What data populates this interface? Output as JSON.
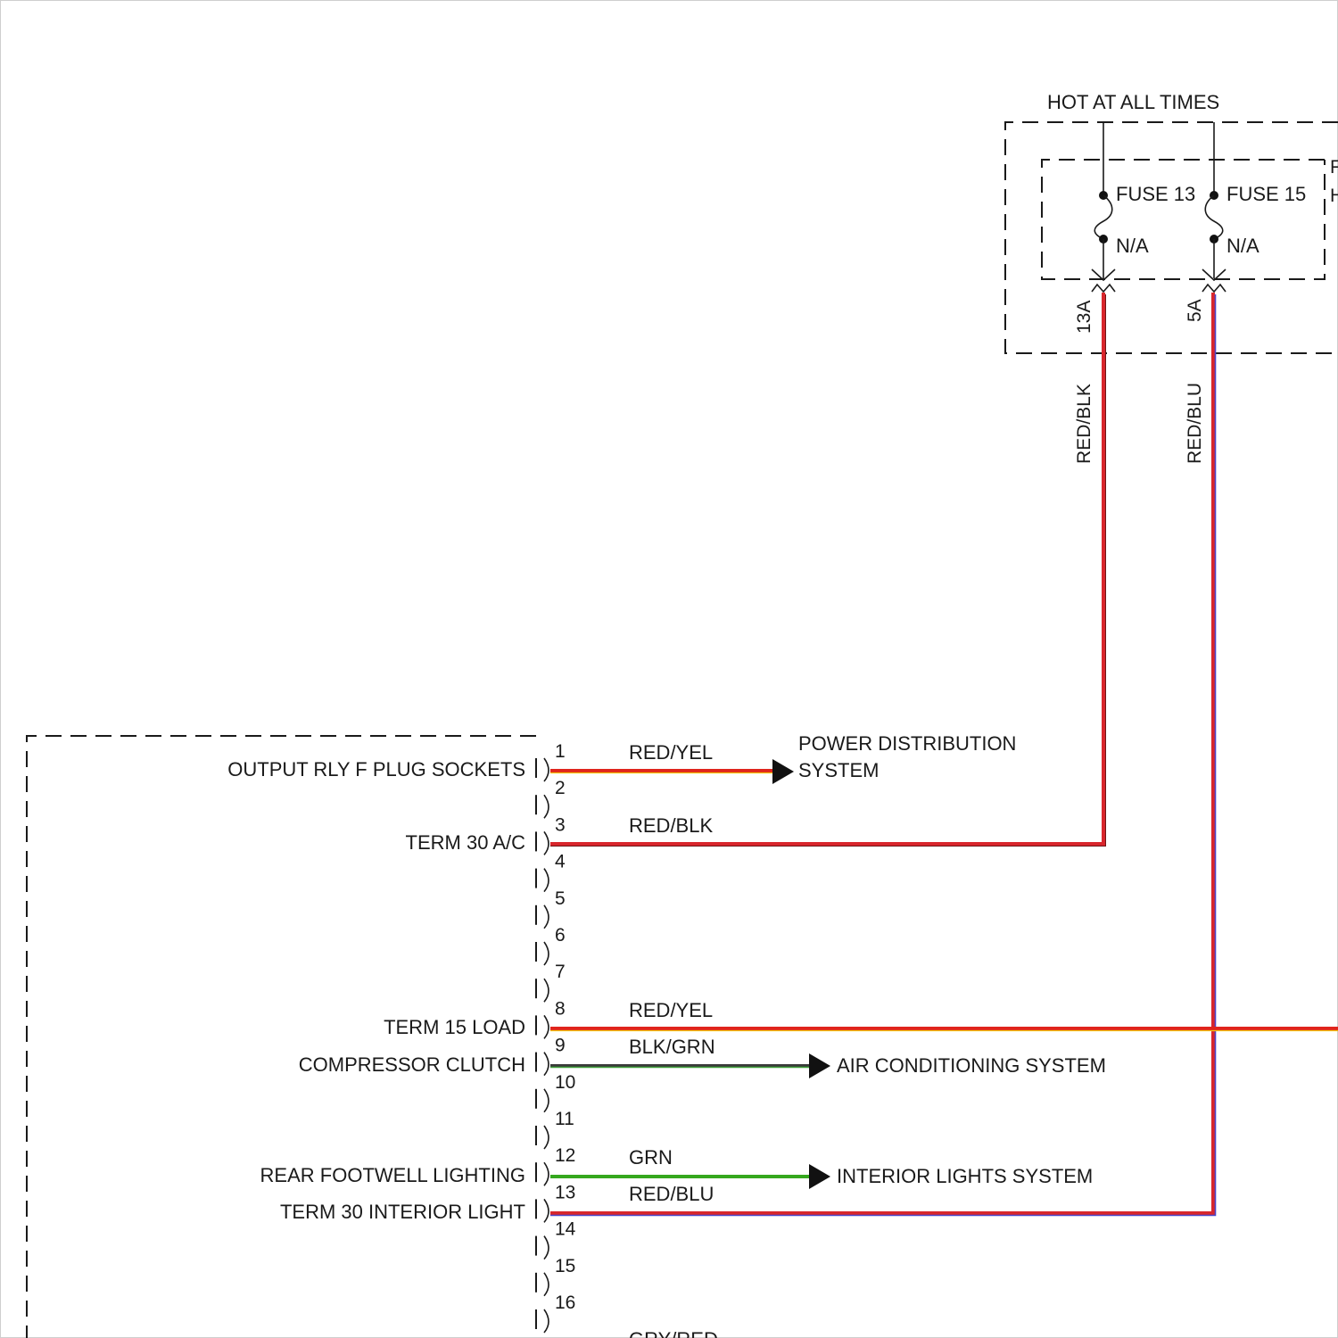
{
  "power_header": "HOT AT ALL TIMES",
  "fuse_box": {
    "edge_letters": [
      "F",
      "H"
    ],
    "fuses": [
      {
        "name": "FUSE 13",
        "rating": "N/A",
        "terminal": "13A",
        "wire": "RED/BLK",
        "color": "#d8262c"
      },
      {
        "name": "FUSE 15",
        "rating": "N/A",
        "terminal": "5A",
        "wire": "RED/BLU",
        "color": "#d8262c",
        "stripe": "#4b44c8"
      }
    ]
  },
  "module": {
    "pins": [
      {
        "number": "1",
        "function": "OUTPUT RLY F PLUG SOCKETS",
        "wire": "RED/YEL",
        "destination": "POWER DISTRIBUTION SYSTEM",
        "destination_lines": [
          "POWER DISTRIBUTION",
          "SYSTEM"
        ]
      },
      {
        "number": "2",
        "function": "TERM 30 A/C",
        "wire": "RED/BLK",
        "destination": ""
      },
      {
        "number": "3",
        "function": "",
        "wire": "",
        "destination": ""
      },
      {
        "number": "4",
        "function": "",
        "wire": "",
        "destination": ""
      },
      {
        "number": "5",
        "function": "",
        "wire": "",
        "destination": ""
      },
      {
        "number": "6",
        "function": "",
        "wire": "",
        "destination": ""
      },
      {
        "number": "7",
        "function": "TERM 15 LOAD",
        "wire": "RED/YEL",
        "destination": ""
      },
      {
        "number": "8",
        "function": "COMPRESSOR CLUTCH",
        "wire": "BLK/GRN",
        "destination": "AIR CONDITIONING SYSTEM",
        "destination_lines": [
          "AIR CONDITIONING SYSTEM"
        ]
      },
      {
        "number": "9",
        "function": "",
        "wire": "",
        "destination": ""
      },
      {
        "number": "10",
        "function": "",
        "wire": "",
        "destination": ""
      },
      {
        "number": "11",
        "function": "REAR FOOTWELL LIGHTING",
        "wire": "GRN",
        "destination": "INTERIOR LIGHTS SYSTEM",
        "destination_lines": [
          "INTERIOR LIGHTS SYSTEM"
        ]
      },
      {
        "number": "12",
        "function": "TERM 30 INTERIOR LIGHT",
        "wire": "RED/BLU",
        "destination": ""
      },
      {
        "number": "13",
        "function": "",
        "wire": "",
        "destination": ""
      },
      {
        "number": "14",
        "function": "",
        "wire": "",
        "destination": ""
      },
      {
        "number": "15",
        "function": "",
        "wire": "",
        "destination": ""
      },
      {
        "number": "16",
        "function": "",
        "wire": "GRY/RED",
        "destination": ""
      }
    ]
  },
  "wire_colors": {
    "RED/YEL": [
      "#e0241c",
      "#f2c40f"
    ],
    "RED/BLK": [
      "#d8262c",
      "#3a1010"
    ],
    "BLK/GRN": [
      "#2b2b2b",
      "#3fa03a"
    ],
    "GRN": [
      "#35a81e",
      "#2a8d17"
    ],
    "RED/BLU": [
      "#d8262c",
      "#4b44c8"
    ]
  }
}
